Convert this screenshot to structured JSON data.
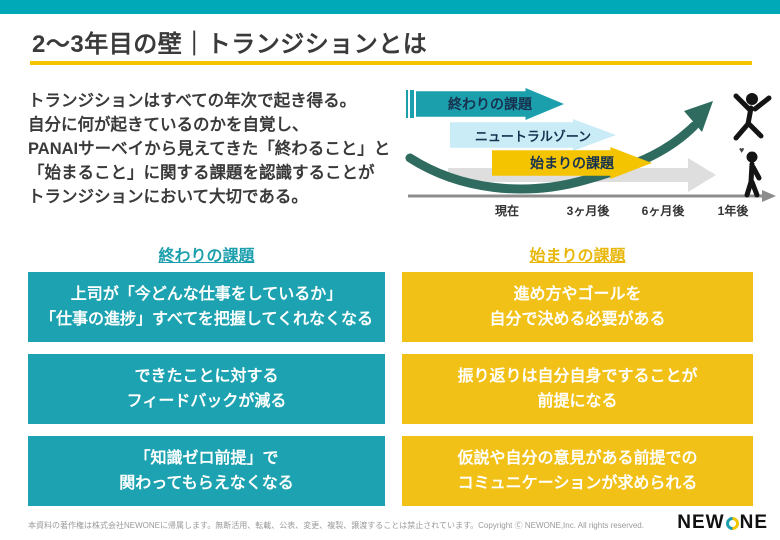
{
  "header": {
    "title": "2〜3年目の壁｜トランジションとは"
  },
  "intro": {
    "lines": [
      "トランジションはすべての年次で起き得る。",
      "自分に何が起きているのかを自覚し、",
      "PANAIサーベイから見えてきた「終わること」と",
      "「始まること」に関する課題を認識することが",
      "トランジションにおいて大切である。"
    ]
  },
  "diagram": {
    "banners": [
      {
        "label": "終わりの課題"
      },
      {
        "label": "ニュートラルゾーン"
      },
      {
        "label": "始まりの課題"
      }
    ],
    "timeline": [
      "現在",
      "3ヶ月後",
      "6ヶ月後",
      "1年後"
    ],
    "icons": {
      "celebrating_person": "black silhouette, arms raised",
      "standing_person": "black silhouette with small heart"
    }
  },
  "columns": {
    "ending": {
      "header": "終わりの課題",
      "items": [
        {
          "lines": [
            "上司が「今どんな仕事をしているか」",
            "「仕事の進捗」すべてを把握してくれなくなる"
          ]
        },
        {
          "lines": [
            "できたことに対する",
            "フィードバックが減る"
          ]
        },
        {
          "lines": [
            "「知識ゼロ前提」で",
            "関わってもらえなくなる"
          ]
        }
      ]
    },
    "beginning": {
      "header": "始まりの課題",
      "items": [
        {
          "lines": [
            "進め方やゴールを",
            "自分で決める必要がある"
          ]
        },
        {
          "lines": [
            "振り返りは自分自身ですることが",
            "前提になる"
          ]
        },
        {
          "lines": [
            "仮説や自分の意見がある前提での",
            "コミュニケーションが求められる"
          ]
        }
      ]
    }
  },
  "footer": {
    "copyright": "本資料の著作権は株式会社NEWONEに帰属します。無断活用、転載、公表、変更、複製、譲渡することは禁止されています。Copyright Ⓒ NEWONE,Inc.  All rights reserved.",
    "logo": {
      "full": "NEWONE",
      "part1": "NEW",
      "part2": "NE"
    }
  },
  "colors": {
    "topbar_teal": "#00A9B8",
    "rule_yellow": "#F2C500",
    "box_teal": "#1CA2B0",
    "box_yellow": "#F2C117",
    "banner_teal": "#1C9FAD",
    "banner_cyan": "#C9ECF6",
    "banner_yellow": "#F5C400",
    "curve_green": "#2F6B5F",
    "gray_arrow": "#DEDEDE"
  }
}
